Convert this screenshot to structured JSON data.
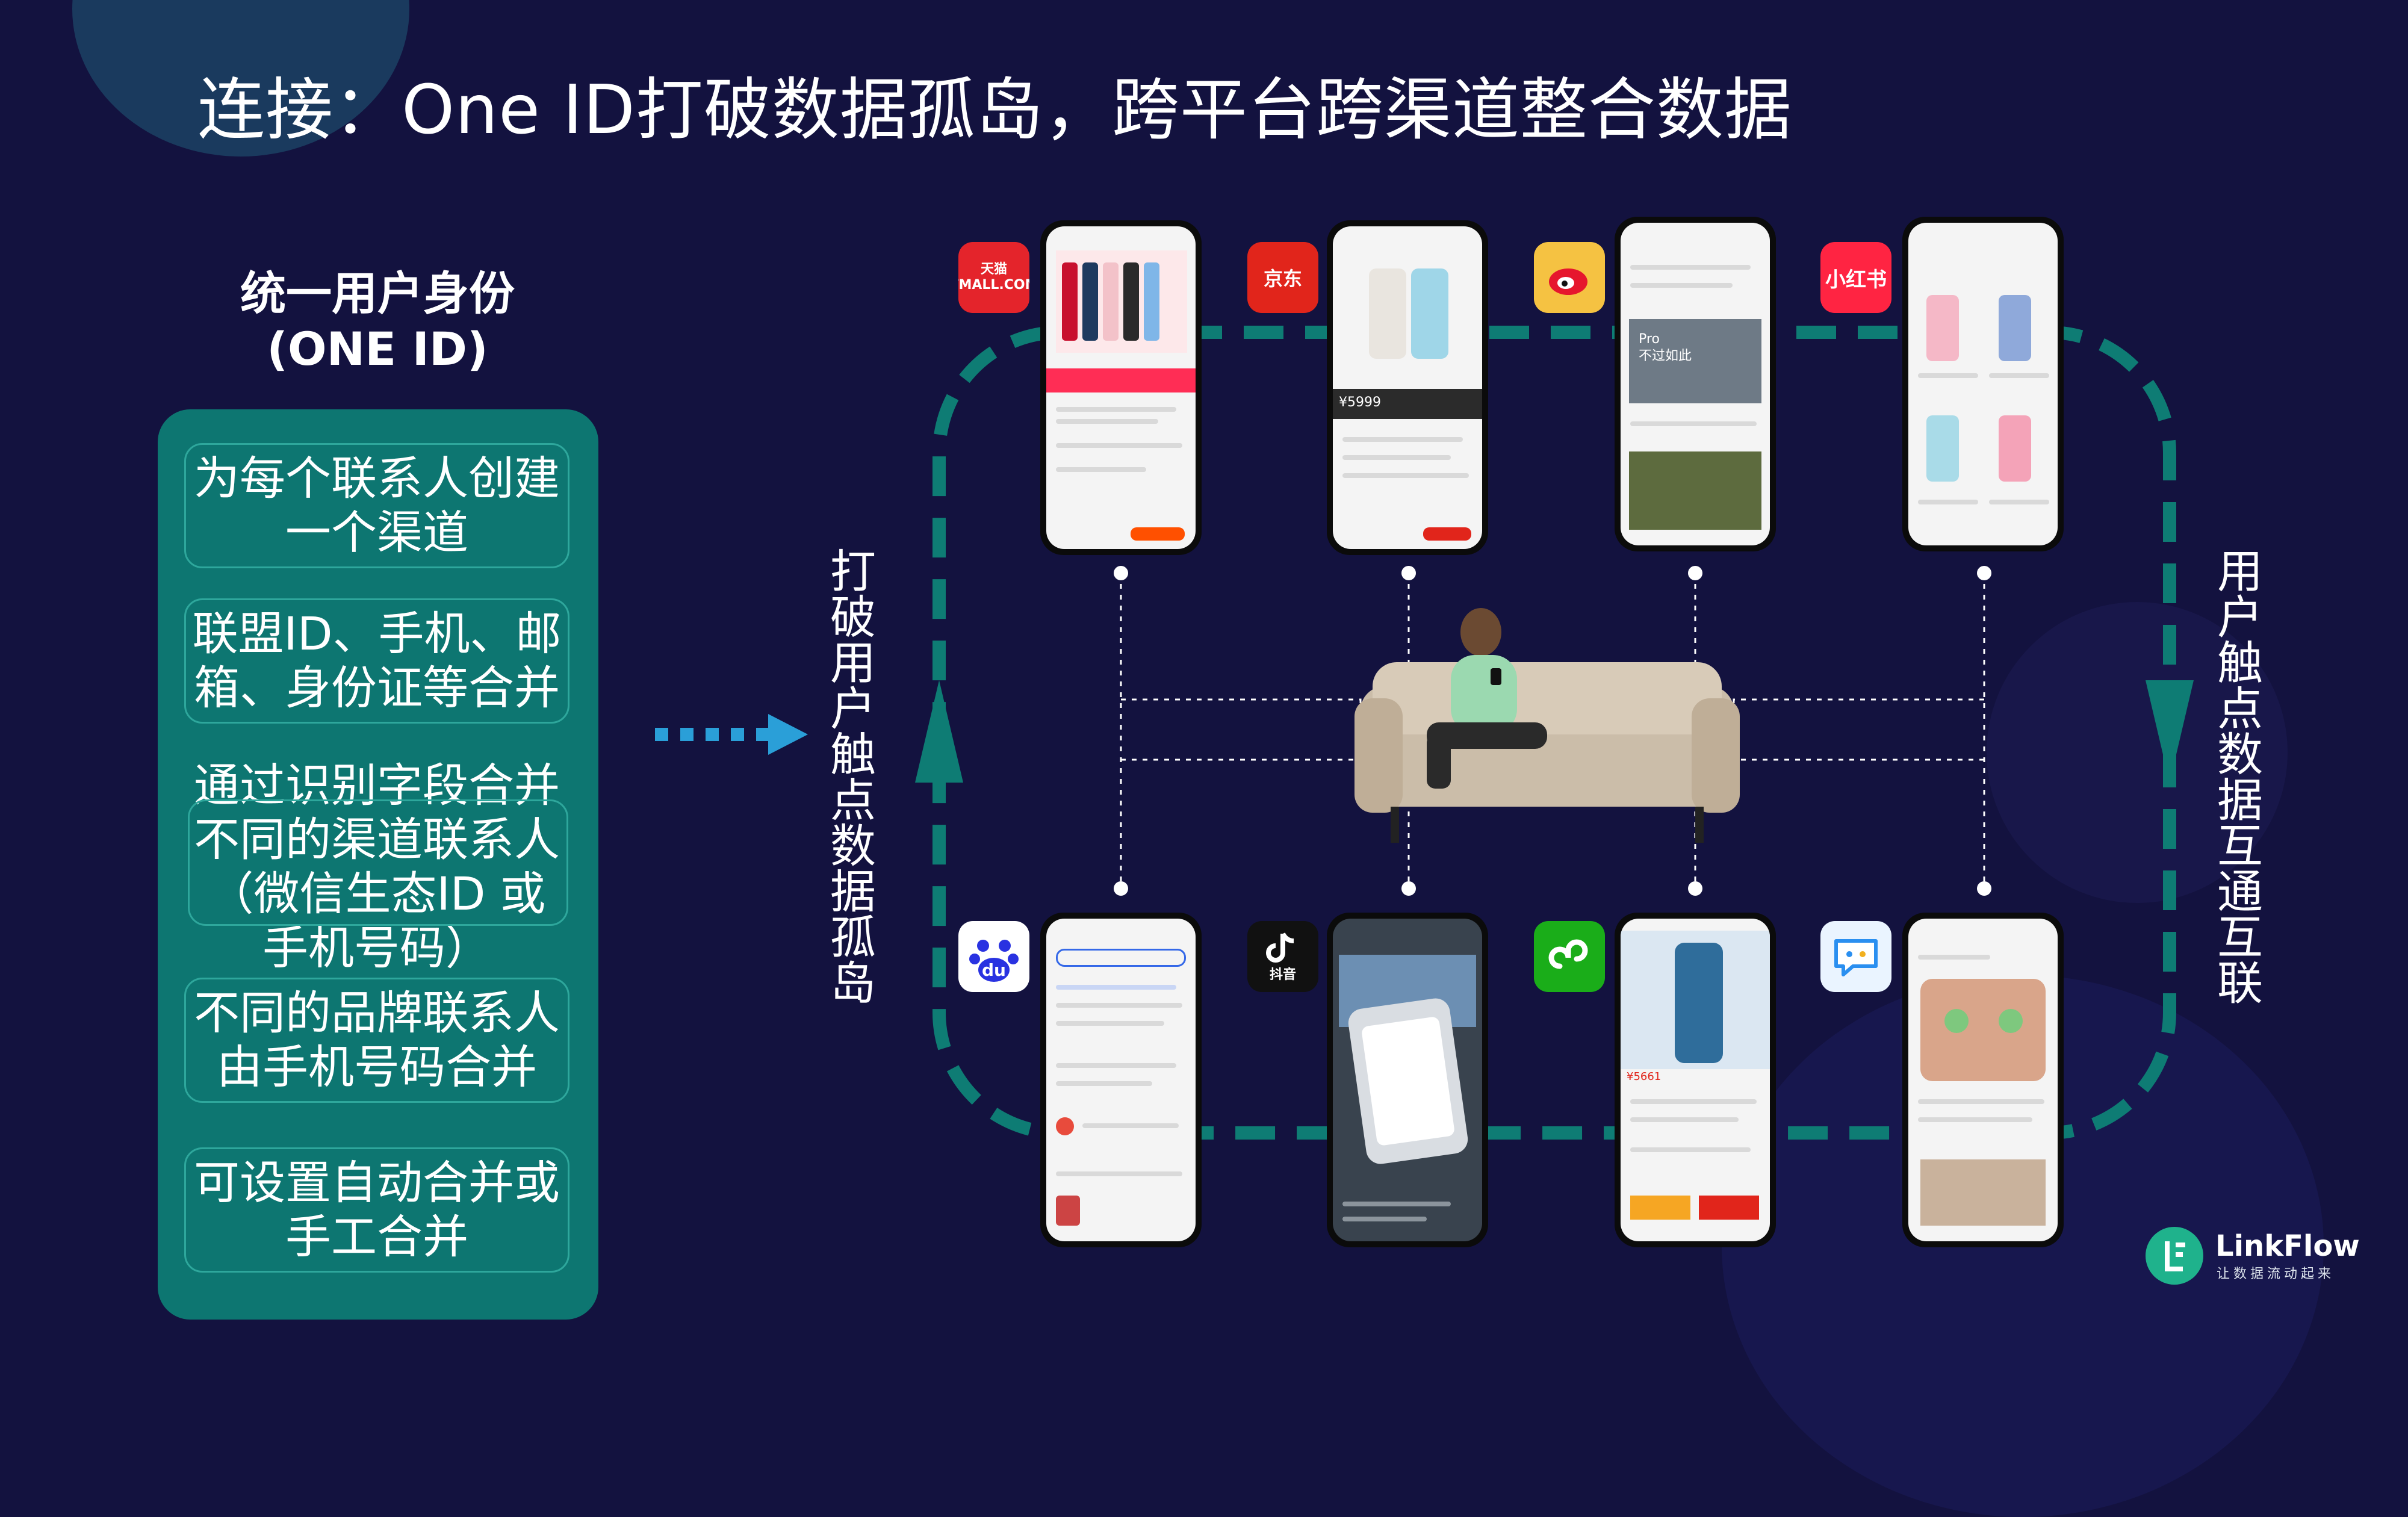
{
  "slide": {
    "title": "连接：One ID打破数据孤岛，跨平台跨渠道整合数据"
  },
  "panel": {
    "heading_line1": "统一用户身份",
    "heading_line2": "(ONE ID)",
    "items": [
      {
        "text": "为每个联系人创建\n一个渠道"
      },
      {
        "text": "联盟ID、手机、邮\n箱、身份证等合并"
      },
      {
        "text": "通过识别字段合并\n不同的渠道联系人\n（微信生态ID 或\n手机号码）"
      },
      {
        "text": "不同的品牌联系人\n由手机号码合并"
      },
      {
        "text": "可设置自动合并或\n手工合并"
      }
    ]
  },
  "flow": {
    "left_label": "打破用户触点数据孤岛",
    "right_label": "用户触点数据互通互联"
  },
  "apps": {
    "top": [
      {
        "name": "tmall",
        "label": "天猫\nTMALL.COM",
        "color": "#e4242b"
      },
      {
        "name": "jd",
        "label": "京东",
        "color": "#e1251b"
      },
      {
        "name": "weibo",
        "label": "",
        "color": "#f5c242"
      },
      {
        "name": "xiaohongshu",
        "label": "小红书",
        "color": "#ff2442"
      }
    ],
    "bottom": [
      {
        "name": "baidu",
        "label": "du",
        "color": "#ffffff"
      },
      {
        "name": "douyin",
        "label": "抖音",
        "color": "#111111"
      },
      {
        "name": "wechat-mini",
        "label": "",
        "color": "#1aad19"
      },
      {
        "name": "chat",
        "label": "",
        "color": "#eaf4ff"
      }
    ]
  },
  "phones": {
    "weibo_overlay": "Pro\n不过如此",
    "jd_price": "¥5999",
    "wechat_price": "¥5661"
  },
  "brand": {
    "name": "LinkFlow",
    "tagline": "让数据流动起来",
    "color": "#1fb28c"
  },
  "colors": {
    "background": "#13123f",
    "panel": "#0d7671",
    "accent": "#0e7c74"
  }
}
